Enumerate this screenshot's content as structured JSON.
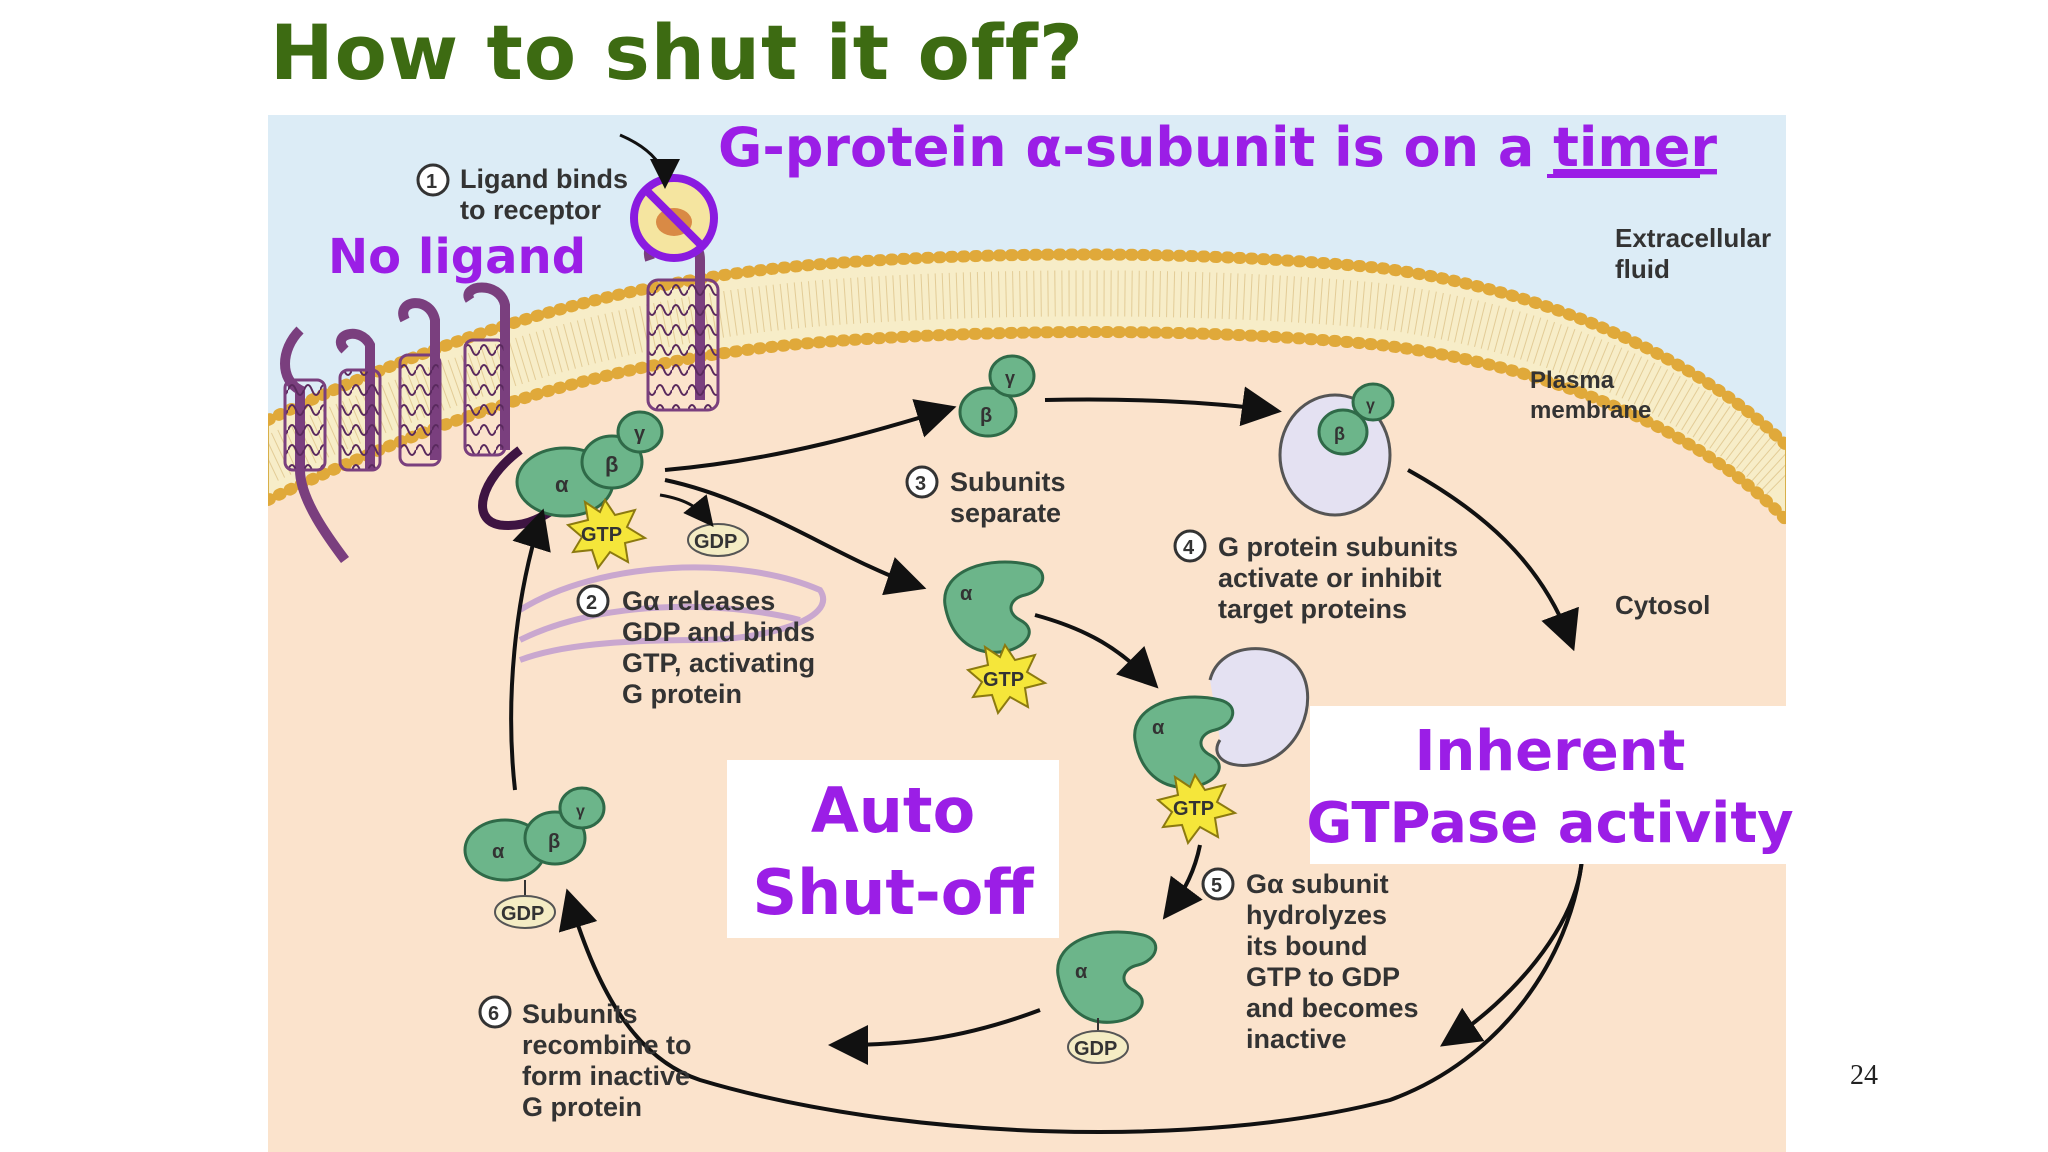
{
  "slide": {
    "title": "How to shut it off?",
    "page_number": "24"
  },
  "annotations": {
    "timer_prefix": "G-protein α-subunit is on a ",
    "timer_word": "timer",
    "no_ligand": "No ligand",
    "auto_line1": "Auto",
    "auto_line2": "Shut-off",
    "gtpase_line1": "Inherent",
    "gtpase_line2": "GTPase activity"
  },
  "regions": {
    "extracellular_1": "Extracellular",
    "extracellular_2": "fluid",
    "membrane_1": "Plasma",
    "membrane_2": "membrane",
    "cytosol": "Cytosol"
  },
  "steps": [
    {
      "num": "1",
      "lines": [
        "Ligand binds",
        "to receptor"
      ]
    },
    {
      "num": "2",
      "lines": [
        "Gα releases",
        "GDP and binds",
        "GTP, activating",
        "G protein"
      ]
    },
    {
      "num": "3",
      "lines": [
        "Subunits",
        "separate"
      ]
    },
    {
      "num": "4",
      "lines": [
        "G protein subunits",
        "activate or inhibit",
        "target proteins"
      ]
    },
    {
      "num": "5",
      "lines": [
        "Gα subunit",
        "hydrolyzes",
        "its bound",
        "GTP to GDP",
        "and becomes",
        "inactive"
      ]
    },
    {
      "num": "6",
      "lines": [
        "Subunits",
        "recombine to",
        "form inactive",
        "G protein"
      ]
    }
  ],
  "molecules": {
    "gtp": "GTP",
    "gdp": "GDP",
    "alpha": "α",
    "beta": "β",
    "gamma": "γ"
  },
  "colors": {
    "title_green": "#3d6b12",
    "annotation_purple": "#9b1ee6",
    "cytosol": "#fbe3cc",
    "extracellular": "#dcecf6",
    "membrane_head": "#f1c466",
    "subunit_green": "#6cb58a",
    "receptor_purple": "#7a3f7e",
    "gtp_star": "#f5e63a"
  }
}
